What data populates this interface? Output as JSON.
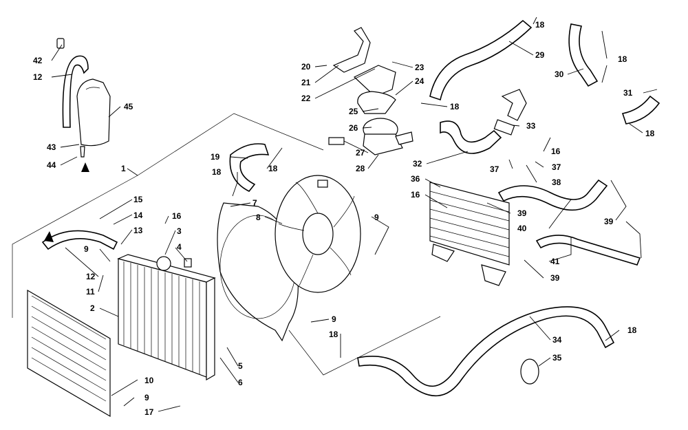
{
  "callouts": [
    {
      "id": "c1",
      "label": "1"
    },
    {
      "id": "c2",
      "label": "2"
    },
    {
      "id": "c3",
      "label": "3"
    },
    {
      "id": "c4",
      "label": "4"
    },
    {
      "id": "c5",
      "label": "5"
    },
    {
      "id": "c6",
      "label": "6"
    },
    {
      "id": "c7",
      "label": "7"
    },
    {
      "id": "c8",
      "label": "8"
    },
    {
      "id": "c9a",
      "label": "9"
    },
    {
      "id": "c9b",
      "label": "9"
    },
    {
      "id": "c9c",
      "label": "9"
    },
    {
      "id": "c9d",
      "label": "9"
    },
    {
      "id": "c10",
      "label": "10"
    },
    {
      "id": "c11",
      "label": "11"
    },
    {
      "id": "c12a",
      "label": "12"
    },
    {
      "id": "c12b",
      "label": "12"
    },
    {
      "id": "c13",
      "label": "13"
    },
    {
      "id": "c14",
      "label": "14"
    },
    {
      "id": "c15",
      "label": "15"
    },
    {
      "id": "c16a",
      "label": "16"
    },
    {
      "id": "c16b",
      "label": "16"
    },
    {
      "id": "c16c",
      "label": "16"
    },
    {
      "id": "c17",
      "label": "17"
    },
    {
      "id": "c18a",
      "label": "18"
    },
    {
      "id": "c18b",
      "label": "18"
    },
    {
      "id": "c18c",
      "label": "18"
    },
    {
      "id": "c18d",
      "label": "18"
    },
    {
      "id": "c18e",
      "label": "18"
    },
    {
      "id": "c18f",
      "label": "18"
    },
    {
      "id": "c18g",
      "label": "18"
    },
    {
      "id": "c18h",
      "label": "18"
    },
    {
      "id": "c19",
      "label": "19"
    },
    {
      "id": "c20",
      "label": "20"
    },
    {
      "id": "c21",
      "label": "21"
    },
    {
      "id": "c22",
      "label": "22"
    },
    {
      "id": "c23",
      "label": "23"
    },
    {
      "id": "c24",
      "label": "24"
    },
    {
      "id": "c25",
      "label": "25"
    },
    {
      "id": "c26",
      "label": "26"
    },
    {
      "id": "c27",
      "label": "27"
    },
    {
      "id": "c28",
      "label": "28"
    },
    {
      "id": "c29",
      "label": "29"
    },
    {
      "id": "c30",
      "label": "30"
    },
    {
      "id": "c31",
      "label": "31"
    },
    {
      "id": "c32",
      "label": "32"
    },
    {
      "id": "c33",
      "label": "33"
    },
    {
      "id": "c34",
      "label": "34"
    },
    {
      "id": "c35",
      "label": "35"
    },
    {
      "id": "c36",
      "label": "36"
    },
    {
      "id": "c37a",
      "label": "37"
    },
    {
      "id": "c37b",
      "label": "37"
    },
    {
      "id": "c38",
      "label": "38"
    },
    {
      "id": "c39a",
      "label": "39"
    },
    {
      "id": "c39b",
      "label": "39"
    },
    {
      "id": "c39c",
      "label": "39"
    },
    {
      "id": "c40",
      "label": "40"
    },
    {
      "id": "c41",
      "label": "41"
    },
    {
      "id": "c42",
      "label": "42"
    },
    {
      "id": "c43",
      "label": "43"
    },
    {
      "id": "c44",
      "label": "44"
    },
    {
      "id": "c45",
      "label": "45"
    }
  ],
  "colors": {
    "ink": "#000000",
    "paper": "#ffffff",
    "radiator_fill": "#e8e8e8"
  }
}
